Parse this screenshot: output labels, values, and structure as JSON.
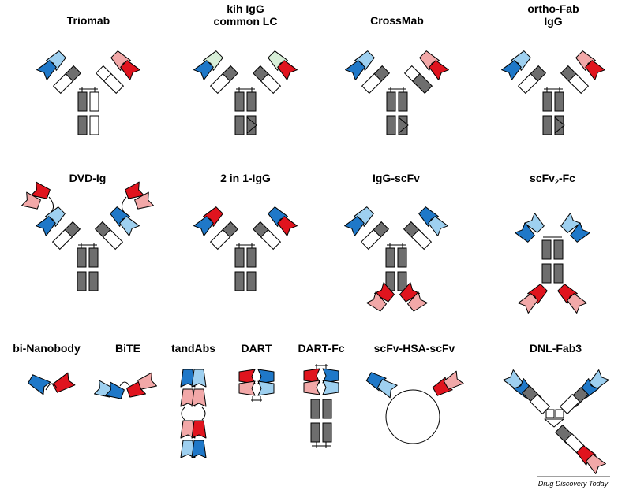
{
  "colors": {
    "dark_blue": "#1f78c8",
    "light_blue": "#9ed0f0",
    "red": "#e0141e",
    "pink": "#f2a8a8",
    "light_green": "#d8efd8",
    "gray": "#6e6e6e",
    "white": "#ffffff",
    "stroke": "#000000"
  },
  "formats": [
    {
      "id": "triomab",
      "label": "Triomab"
    },
    {
      "id": "kih",
      "label_line1": "kih IgG",
      "label_line2": "common LC"
    },
    {
      "id": "crossmab",
      "label": "CrossMab"
    },
    {
      "id": "orthofab",
      "label_line1": "ortho-Fab",
      "label_line2": "IgG"
    },
    {
      "id": "dvdig",
      "label": "DVD-Ig"
    },
    {
      "id": "twoinone",
      "label": "2 in 1-IgG"
    },
    {
      "id": "iggscfv",
      "label": "IgG-scFv"
    },
    {
      "id": "scfv2fc",
      "label_main": "scFv",
      "label_sub": "2",
      "label_end": "-Fc"
    },
    {
      "id": "binanobody",
      "label": "bi-Nanobody"
    },
    {
      "id": "bite",
      "label": "BiTE"
    },
    {
      "id": "tandabs",
      "label": "tandAbs"
    },
    {
      "id": "dart",
      "label": "DART"
    },
    {
      "id": "dartfc",
      "label": "DART-Fc"
    },
    {
      "id": "scfvhsascfv",
      "label": "scFv-HSA-scFv"
    },
    {
      "id": "dnlfab3",
      "label": "DNL-Fab3"
    }
  ],
  "credit": "Drug Discovery Today"
}
